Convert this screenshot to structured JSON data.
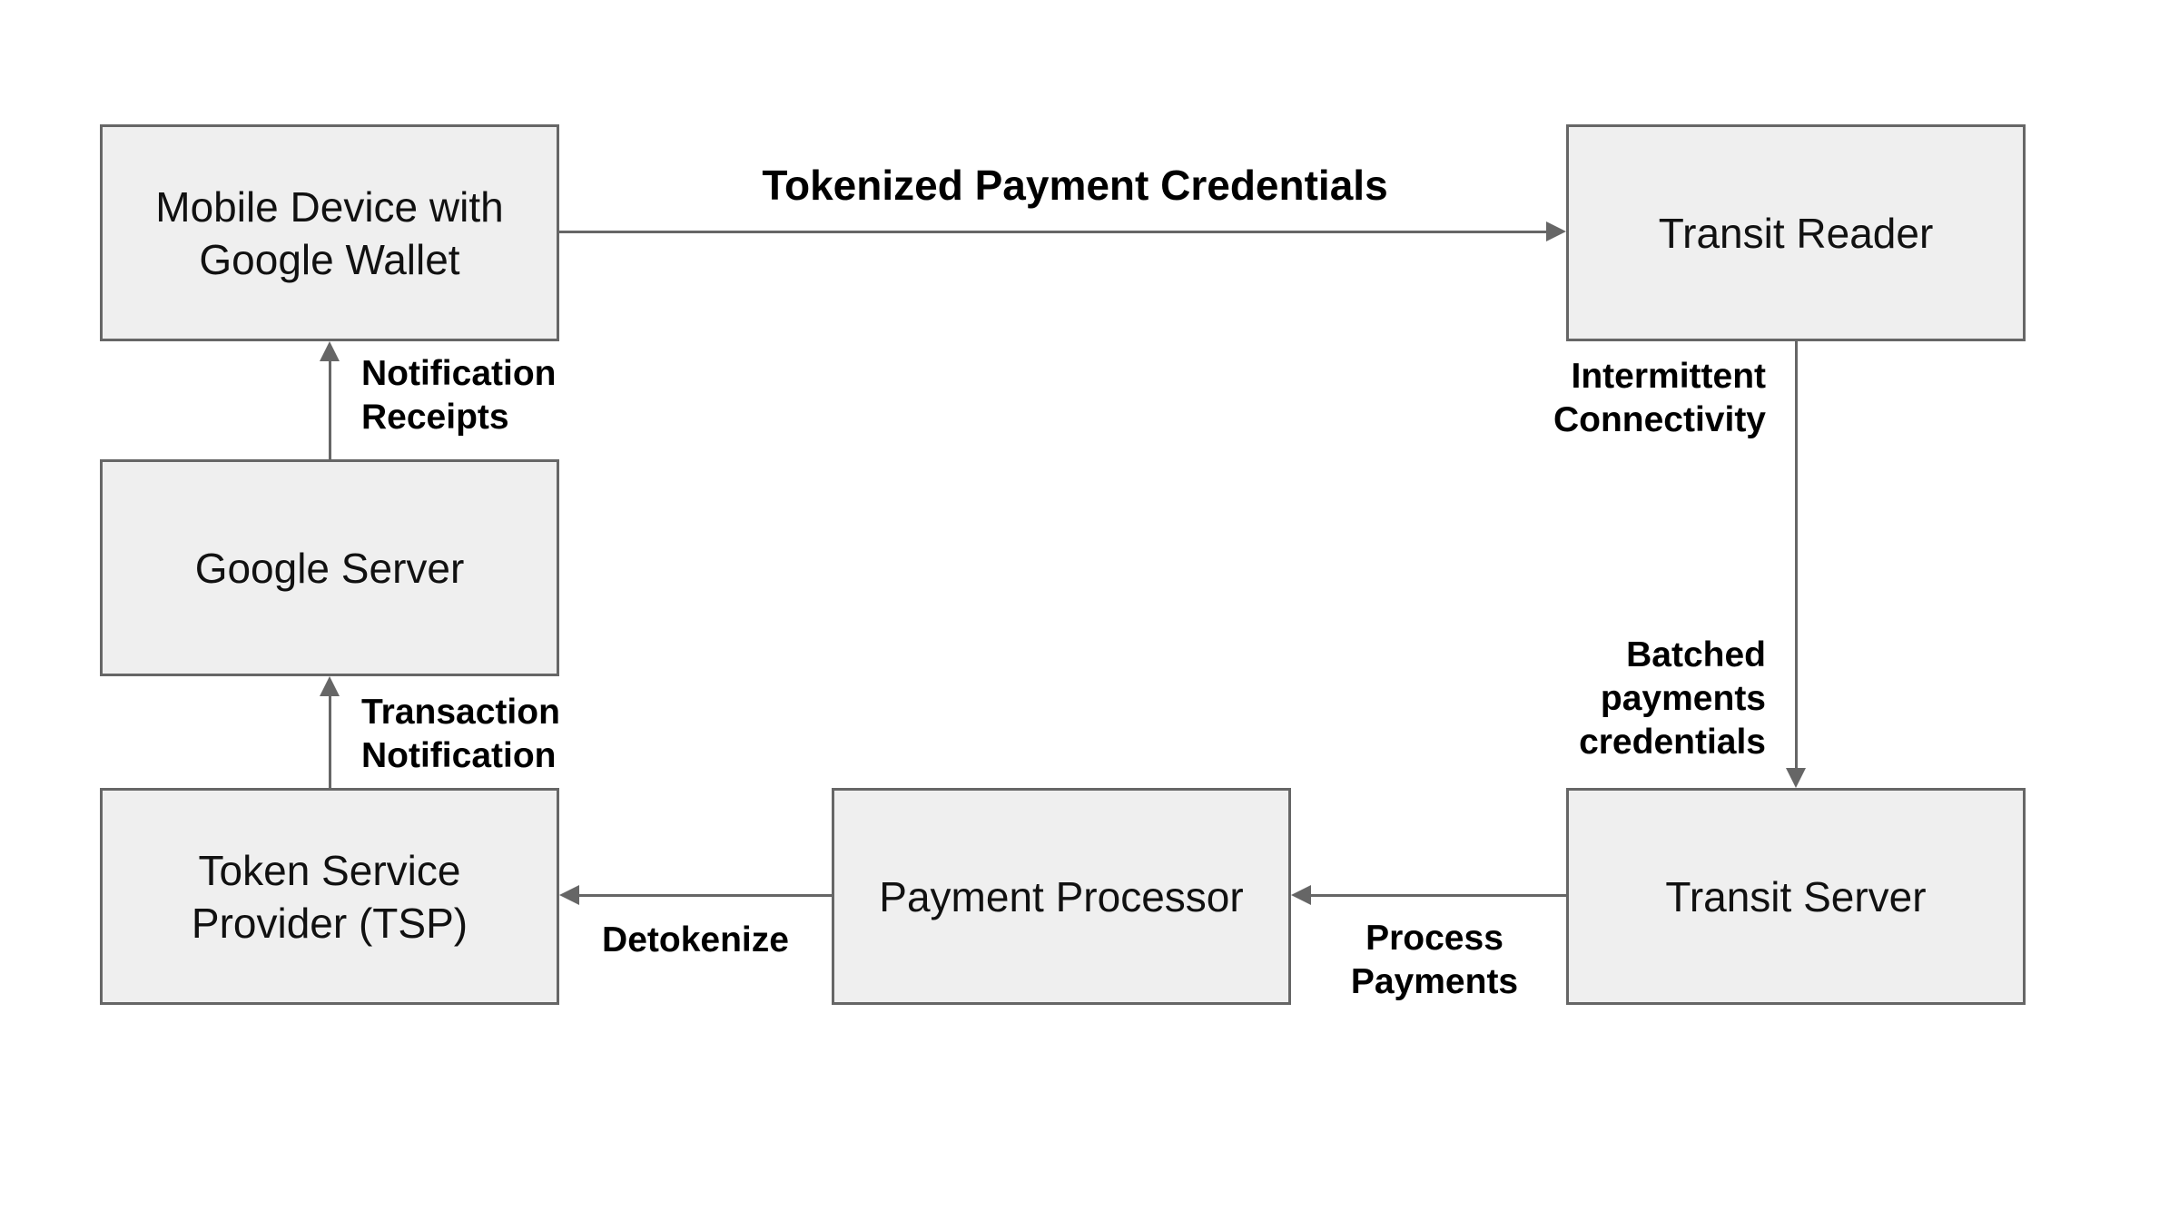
{
  "colors": {
    "node_fill": "#efefef",
    "node_border": "#666666",
    "arrow": "#666666",
    "node_text": "#111111",
    "label_text": "#000000",
    "page_bg": "#ffffff"
  },
  "nodes": {
    "mobile_device": {
      "lines": [
        "Mobile Device with",
        "Google Wallet"
      ]
    },
    "transit_reader": {
      "lines": [
        "Transit Reader"
      ]
    },
    "google_server": {
      "lines": [
        "Google Server"
      ]
    },
    "token_service_provider": {
      "lines": [
        "Token Service",
        "Provider (TSP)"
      ]
    },
    "payment_processor": {
      "lines": [
        "Payment Processor"
      ]
    },
    "transit_server": {
      "lines": [
        "Transit Server"
      ]
    }
  },
  "edge_labels": {
    "tokenized_payment_credentials": {
      "text": "Tokenized Payment Credentials"
    },
    "notification_receipts": {
      "lines": [
        "Notification",
        "Receipts"
      ]
    },
    "transaction_notification": {
      "lines": [
        "Transaction",
        "Notification"
      ]
    },
    "intermittent_connectivity": {
      "lines": [
        "Intermittent",
        "Connectivity"
      ]
    },
    "batched_payments_credentials": {
      "lines": [
        "Batched",
        "payments",
        "credentials"
      ]
    },
    "process_payments": {
      "lines": [
        "Process",
        "Payments"
      ]
    },
    "detokenize": {
      "text": "Detokenize"
    }
  }
}
